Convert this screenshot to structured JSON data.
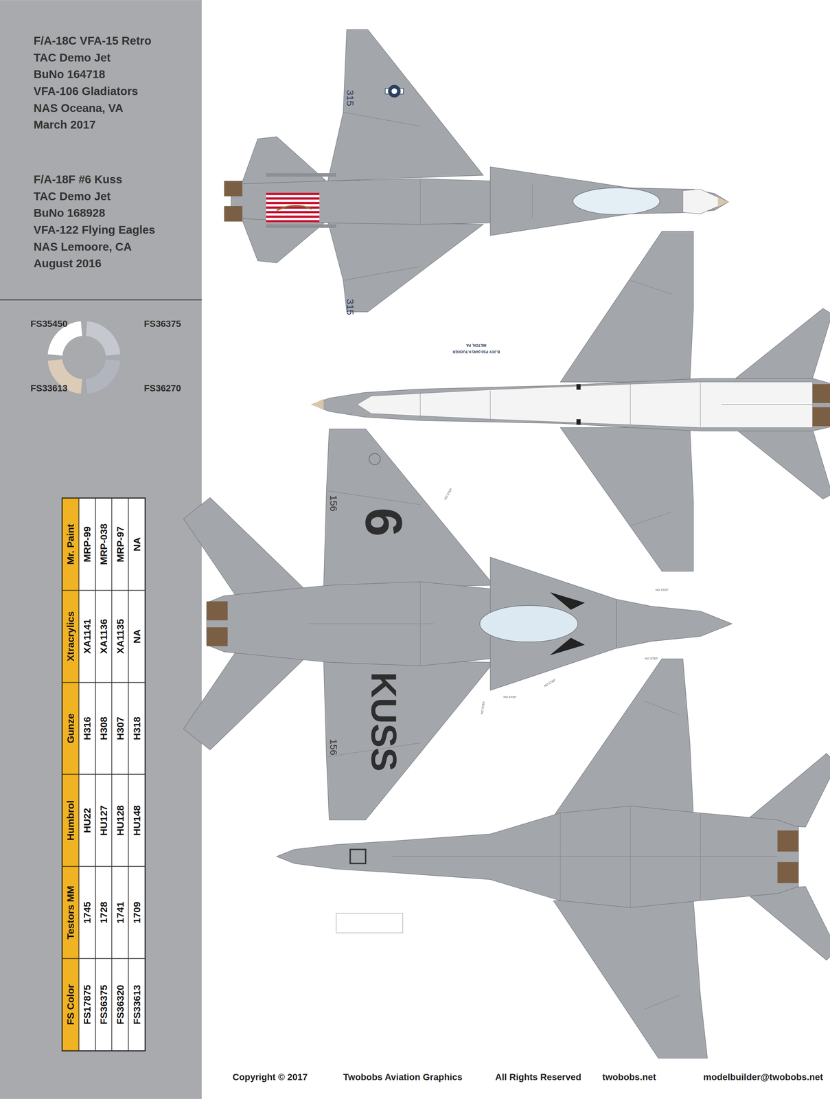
{
  "diagram": {
    "labels": [
      "F/A-18C VFA-15 Retro",
      "TAC Demo Jet",
      "BuNo 164718",
      "VFA-106 Gladiators",
      "NAS Oceana, VA",
      "March 2017",
      "F/A-18F #6 Kuss",
      "TAC Demo Jet",
      "BuNo 168928",
      "VFA-122 Flying Eagles",
      "NAS Lemoore, CA",
      "August 2016",
      "FS Color",
      "Testors MM",
      "Humbrol",
      "Gunze",
      "Xtracrylics",
      "Mr. Paint",
      "FS17875",
      "1745",
      "HU22",
      "H316",
      "XA1141",
      "MRP-99",
      "FS36375",
      "1728",
      "HU127",
      "H308",
      "XA1136",
      "MRP-038",
      "FS36320",
      "1741",
      "HU128",
      "H307",
      "XA1135",
      "MRP-97",
      "FS33613",
      "1709",
      "HU148",
      "H318",
      "NA",
      "NA",
      "Copyright © 2017",
      "Twobobs Aviation Graphics",
      "All Rights Reserved",
      "twobobs.net",
      "modelbuilder@twobobs.net",
      "315",
      "315",
      "6",
      "KUSS",
      "156",
      "156",
      "B.JOY PS3 (AW) H.TUCKER",
      "MILTON, PA",
      "NO STEP",
      "NO STEP",
      "NO STEP",
      "NO STEP",
      "NO STEP",
      "NO STEP"
    ],
    "legend": [
      {
        "text": "FS35450",
        "color": "#ffffff"
      },
      {
        "text": "FS36375",
        "color": "#c5c8cf"
      },
      {
        "text": "FS33613",
        "color": "#dccbb7"
      },
      {
        "text": "FS36270",
        "color": "#b1b5be"
      }
    ]
  }
}
